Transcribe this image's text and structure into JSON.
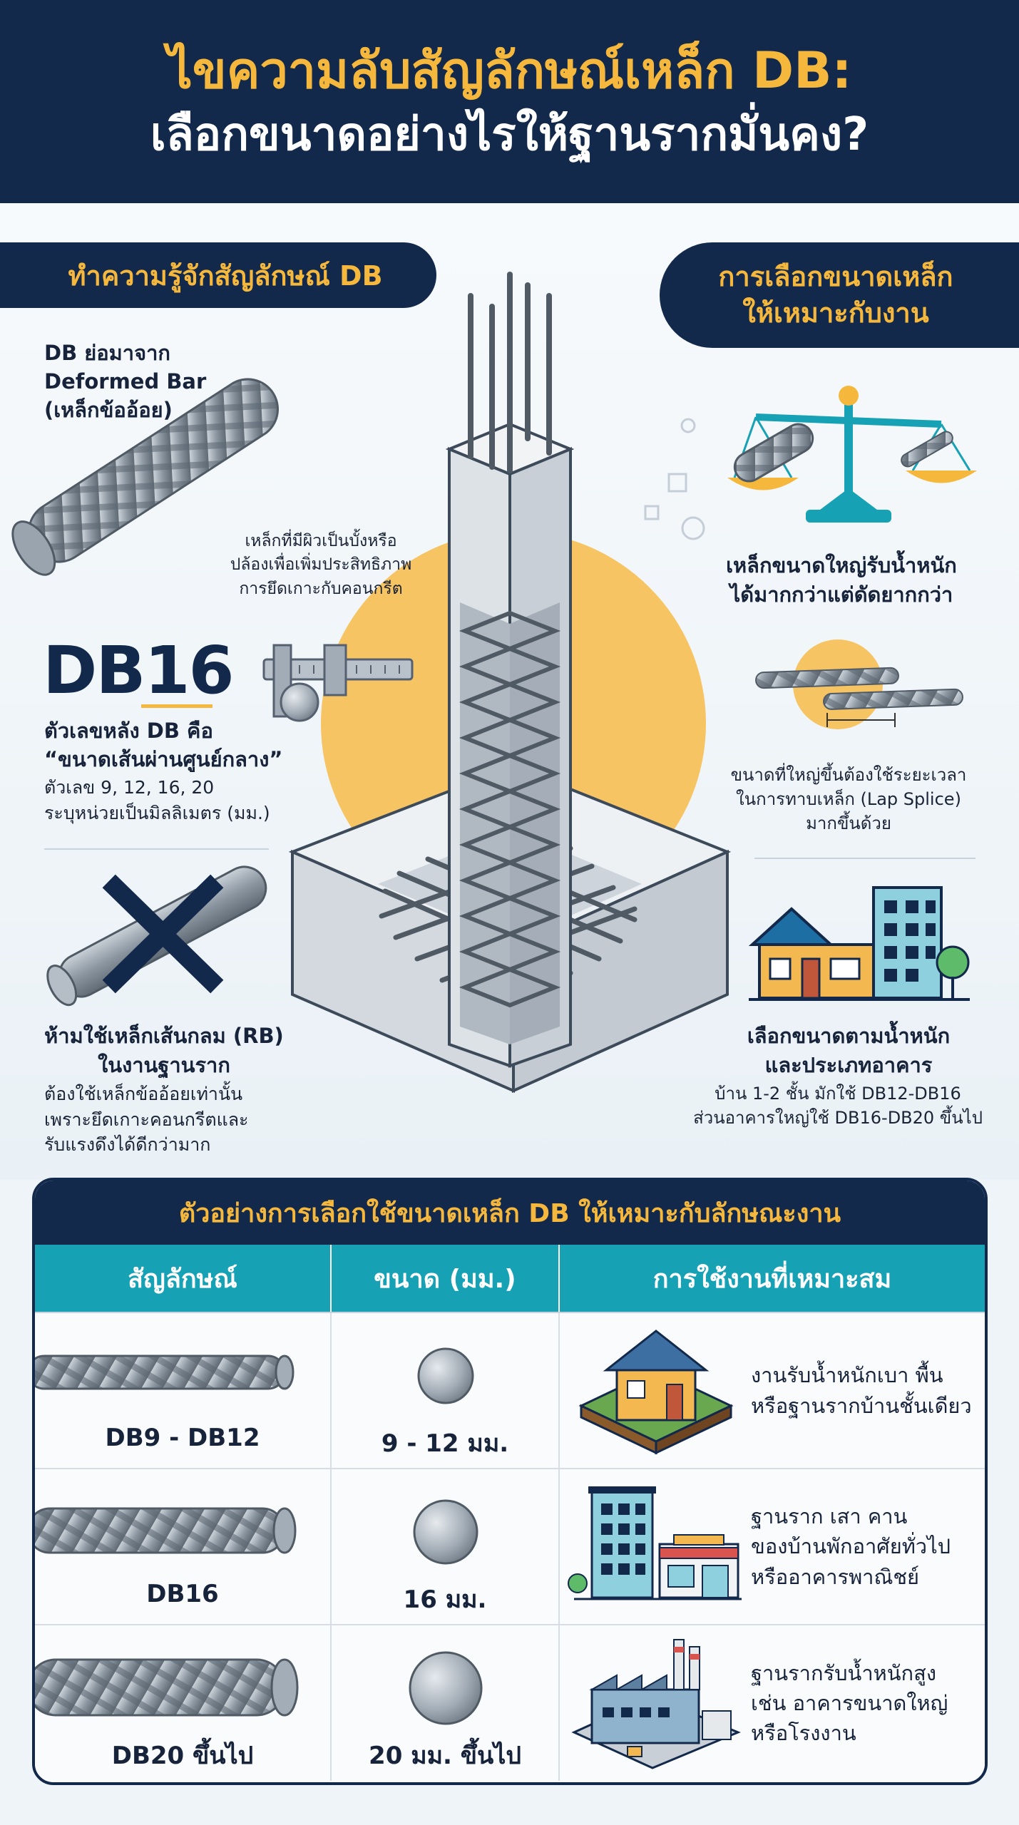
{
  "header": {
    "title_line1": "ไขความลับสัญลักษณ์เหล็ก DB:",
    "title_line2": "เลือกขนาดอย่างไรให้ฐานรากมั่นคง?"
  },
  "left": {
    "section_title": "ทำความรู้จักสัญลักษณ์ DB",
    "db_def": [
      "DB ย่อมาจาก",
      "Deformed Bar",
      "(เหล็กข้ออ้อย)"
    ],
    "rib_desc": [
      "เหล็กที่มีผิวเป็นบั้งหรือ",
      "ปล้องเพื่อเพิ่มประสิทธิภาพ",
      "การยึดเกาะกับคอนกรีต"
    ],
    "big_label": "DB16",
    "number_title": [
      "ตัวเลขหลัง DB คือ",
      "“ขนาดเส้นผ่านศูนย์กลาง”"
    ],
    "number_desc": [
      "ตัวเลข 9, 12, 16, 20",
      "ระบุหน่วยเป็นมิลลิเมตร (มม.)"
    ],
    "warn_title": [
      "ห้ามใช้เหล็กเส้นกลม (RB)",
      "ในงานฐานราก"
    ],
    "warn_desc": [
      "ต้องใช้เหล็กข้ออ้อยเท่านั้น",
      "เพราะยึดเกาะคอนกรีตและ",
      "รับแรงดึงได้ดีกว่ามาก"
    ]
  },
  "right": {
    "section_title": [
      "การเลือกขนาดเหล็ก",
      "ให้เหมาะกับงาน"
    ],
    "scale_title": [
      "เหล็กขนาดใหญ่รับน้ำหนัก",
      "ได้มากกว่าแต่ดัดยากกว่า"
    ],
    "splice_desc": [
      "ขนาดที่ใหญ่ขึ้นต้องใช้ระยะเวลา",
      "ในการทาบเหล็ก (Lap Splice)",
      "มากขึ้นด้วย"
    ],
    "building_title": [
      "เลือกขนาดตามน้ำหนัก",
      "และประเภทอาคาร"
    ],
    "building_desc": [
      "บ้าน 1-2 ชั้น มักใช้ DB12-DB16",
      "ส่วนอาคารใหญ่ใช้ DB16-DB20 ขึ้นไป"
    ]
  },
  "table": {
    "title": "ตัวอย่างการเลือกใช้ขนาดเหล็ก DB ให้เหมาะกับลักษณะงาน",
    "headers": [
      "สัญลักษณ์",
      "ขนาด (มม.)",
      "การใช้งานที่เหมาะสม"
    ],
    "rows": [
      {
        "symbol": "DB9 - DB12",
        "size": "9 - 12 มม.",
        "usage": [
          "งานรับน้ำหนักเบา พื้น",
          "หรือฐานรากบ้านชั้นเดียว"
        ]
      },
      {
        "symbol": "DB16",
        "size": "16 มม.",
        "usage": [
          "ฐานราก เสา คาน",
          "ของบ้านพักอาศัยทั่วไป",
          "หรืออาคารพาณิชย์"
        ]
      },
      {
        "symbol": "DB20 ขึ้นไป",
        "size": "20 มม. ขึ้นไป",
        "usage": [
          "ฐานรากรับน้ำหนักสูง",
          "เช่น อาคารขนาดใหญ่",
          "หรือโรงงาน"
        ]
      }
    ]
  },
  "colors": {
    "navy": "#13294b",
    "gold": "#f5b83c",
    "teal": "#16a1b5",
    "steel": "#8a949f"
  }
}
